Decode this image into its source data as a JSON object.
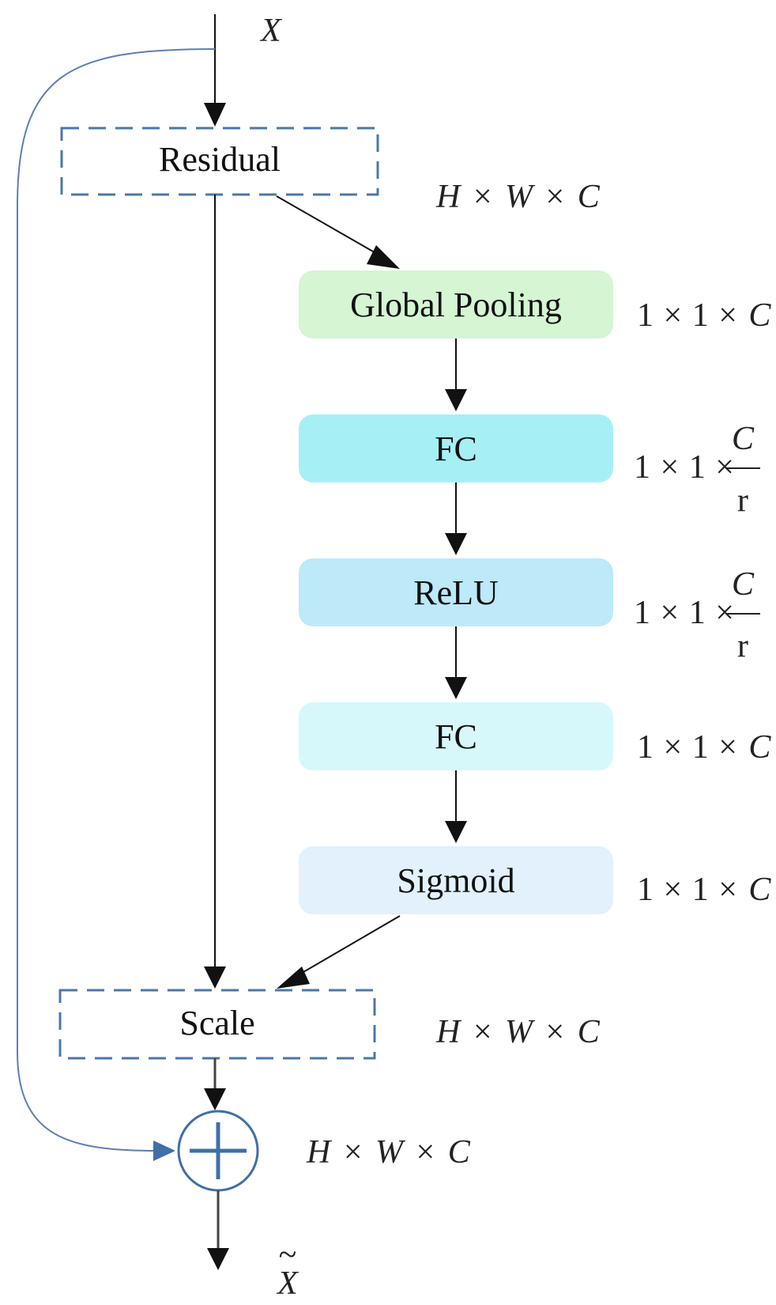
{
  "input_label": "X",
  "output_label": "X",
  "output_label_accent": "~",
  "blocks": {
    "residual": "Residual",
    "global_pooling": "Global Pooling",
    "fc1": "FC",
    "relu": "ReLU",
    "fc2": "FC",
    "sigmoid": "Sigmoid",
    "scale": "Scale"
  },
  "dimensions": {
    "residual_out": {
      "h": "H",
      "w": "W",
      "c": "C",
      "times": "×"
    },
    "global_pooling": {
      "one": "1",
      "c": "C",
      "times": "×"
    },
    "fc1": {
      "one": "1",
      "c": "C",
      "r": "r",
      "times": "×"
    },
    "relu": {
      "one": "1",
      "c": "C",
      "r": "r",
      "times": "×"
    },
    "fc2": {
      "one": "1",
      "c": "C",
      "times": "×"
    },
    "sigmoid": {
      "one": "1",
      "c": "C",
      "times": "×"
    },
    "scale": {
      "h": "H",
      "w": "W",
      "c": "C",
      "times": "×"
    },
    "sum": {
      "h": "H",
      "w": "W",
      "c": "C",
      "times": "×"
    }
  },
  "colors": {
    "global_pooling": "#d5f5d3",
    "fc1": "#a6f0f5",
    "relu": "#bde9f8",
    "fc2": "#d6f8fb",
    "sigmoid": "#e2f1fb",
    "dashed_border": "#4a78a8",
    "skip_line": "#5b7fb5",
    "adder": "#3f6fa8"
  }
}
